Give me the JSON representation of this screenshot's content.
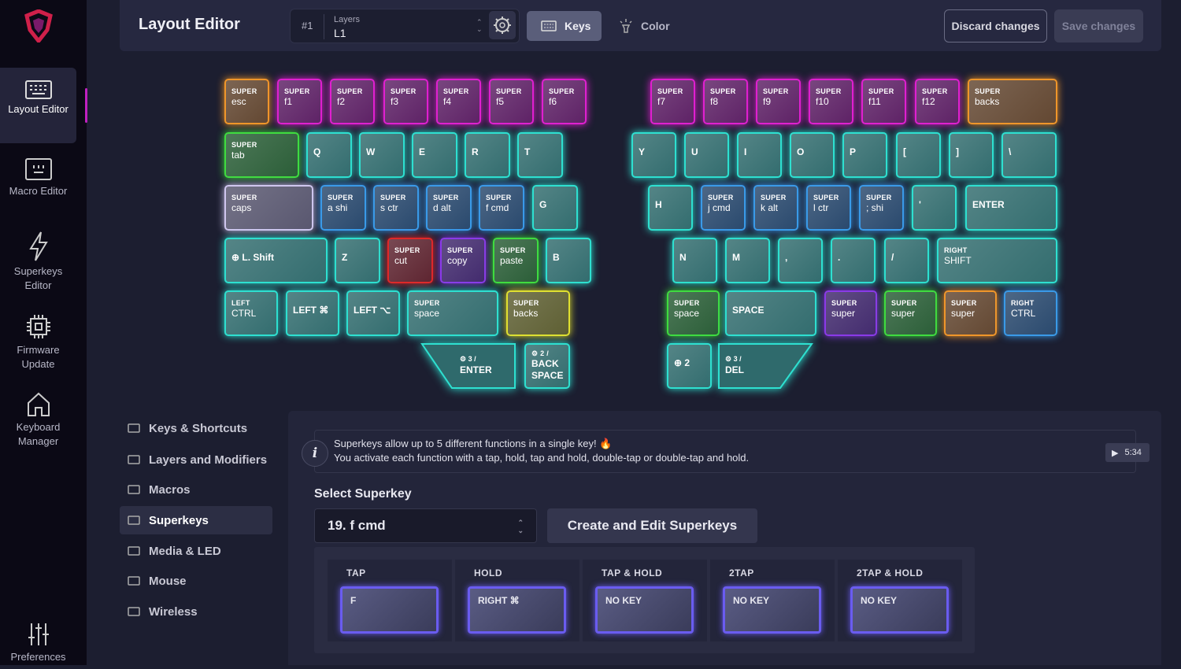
{
  "sidebar": {
    "items": [
      {
        "label": "Layout Editor",
        "icon": "keyboard-icon",
        "active": true
      },
      {
        "label": "Macro Editor",
        "icon": "macro-icon"
      },
      {
        "label": "Superkeys Editor",
        "icon": "lightning-icon"
      },
      {
        "label": "Firmware Update",
        "icon": "chip-icon"
      },
      {
        "label": "Keyboard Manager",
        "icon": "home-icon"
      },
      {
        "label": "Preferences",
        "icon": "sliders-icon"
      }
    ]
  },
  "header": {
    "title": "Layout Editor",
    "layer_number": "#1",
    "layer_label": "Layers",
    "layer_value": "L1",
    "keys_tab": "Keys",
    "color_tab": "Color",
    "discard": "Discard changes",
    "save": "Save changes"
  },
  "colors": {
    "orange": "#f0962a",
    "magenta": "#e020d0",
    "green": "#3fdc3f",
    "teal": "#2ee0d0",
    "lavender": "#cfc6ee",
    "blue": "#3a9ae8",
    "red": "#e02828",
    "purple": "#8a3ae8",
    "yellow": "#e0e030"
  },
  "keyboard": {
    "keys": [
      {
        "top": "SUPER",
        "main": "esc",
        "color": "orange"
      },
      {
        "top": "SUPER",
        "main": "f1",
        "color": "magenta"
      },
      {
        "top": "SUPER",
        "main": "f2",
        "color": "magenta"
      },
      {
        "top": "SUPER",
        "main": "f3",
        "color": "magenta"
      },
      {
        "top": "SUPER",
        "main": "f4",
        "color": "magenta"
      },
      {
        "top": "SUPER",
        "main": "f5",
        "color": "magenta"
      },
      {
        "top": "SUPER",
        "main": "f6",
        "color": "magenta"
      },
      {
        "top": "SUPER",
        "main": "tab",
        "color": "green"
      },
      {
        "main": "Q",
        "color": "teal"
      },
      {
        "main": "W",
        "color": "teal"
      },
      {
        "main": "E",
        "color": "teal"
      },
      {
        "main": "R",
        "color": "teal"
      },
      {
        "main": "T",
        "color": "teal"
      },
      {
        "top": "SUPER",
        "main": "caps",
        "color": "lavender"
      },
      {
        "top": "SUPER",
        "main": "a shi",
        "color": "blue"
      },
      {
        "top": "SUPER",
        "main": "s ctr",
        "color": "blue"
      },
      {
        "top": "SUPER",
        "main": "d alt",
        "color": "blue"
      },
      {
        "top": "SUPER",
        "main": "f cmd",
        "color": "blue"
      },
      {
        "main": "G",
        "color": "teal"
      },
      {
        "main": "⊕ L. Shift",
        "color": "teal"
      },
      {
        "main": "Z",
        "color": "teal"
      },
      {
        "top": "SUPER",
        "main": "cut",
        "color": "red"
      },
      {
        "top": "SUPER",
        "main": "copy",
        "color": "purple"
      },
      {
        "top": "SUPER",
        "main": "paste",
        "color": "green"
      },
      {
        "main": "B",
        "color": "teal"
      },
      {
        "top": "LEFT",
        "main": "CTRL",
        "color": "teal"
      },
      {
        "main": "LEFT ⌘",
        "color": "teal"
      },
      {
        "main": "LEFT ⌥",
        "color": "teal"
      },
      {
        "top": "SUPER",
        "main": "space",
        "color": "teal"
      },
      {
        "top": "SUPER",
        "main": "backs",
        "color": "yellow"
      },
      {
        "top": "SUPER",
        "main": "f7",
        "color": "magenta"
      },
      {
        "top": "SUPER",
        "main": "f8",
        "color": "magenta"
      },
      {
        "top": "SUPER",
        "main": "f9",
        "color": "magenta"
      },
      {
        "top": "SUPER",
        "main": "f10",
        "color": "magenta"
      },
      {
        "top": "SUPER",
        "main": "f11",
        "color": "magenta"
      },
      {
        "top": "SUPER",
        "main": "f12",
        "color": "magenta"
      },
      {
        "top": "SUPER",
        "main": "backs",
        "color": "orange"
      },
      {
        "main": "Y",
        "color": "teal"
      },
      {
        "main": "U",
        "color": "teal"
      },
      {
        "main": "I",
        "color": "teal"
      },
      {
        "main": "O",
        "color": "teal"
      },
      {
        "main": "P",
        "color": "teal"
      },
      {
        "main": "[",
        "color": "teal"
      },
      {
        "main": "]",
        "color": "teal"
      },
      {
        "main": "\\",
        "color": "teal"
      },
      {
        "main": "H",
        "color": "teal"
      },
      {
        "top": "SUPER",
        "main": "j cmd",
        "color": "blue"
      },
      {
        "top": "SUPER",
        "main": "k alt",
        "color": "blue"
      },
      {
        "top": "SUPER",
        "main": "l ctr",
        "color": "blue"
      },
      {
        "top": "SUPER",
        "main": "; shi",
        "color": "blue"
      },
      {
        "main": "'",
        "color": "teal"
      },
      {
        "main": "ENTER",
        "color": "teal"
      },
      {
        "main": "N",
        "color": "teal"
      },
      {
        "main": "M",
        "color": "teal"
      },
      {
        "main": ",",
        "color": "teal"
      },
      {
        "main": ".",
        "color": "teal"
      },
      {
        "main": "/",
        "color": "teal"
      },
      {
        "top": "RIGHT",
        "main": "SHIFT",
        "color": "teal"
      },
      {
        "top": "SUPER",
        "main": "space",
        "color": "green"
      },
      {
        "main": "SPACE",
        "color": "teal"
      },
      {
        "top": "SUPER",
        "main": "super",
        "color": "purple"
      },
      {
        "top": "SUPER",
        "main": "super",
        "color": "green"
      },
      {
        "top": "SUPER",
        "main": "super",
        "color": "orange"
      },
      {
        "top": "RIGHT",
        "main": "CTRL",
        "color": "blue"
      },
      {
        "main": "⊕ 2",
        "color": "teal"
      }
    ],
    "thumb_keys": [
      {
        "top": "⚙ 3 /",
        "main": "ENTER"
      },
      {
        "top": "⚙ 2 /",
        "main": "BACK SPACE"
      },
      {
        "top": "⚙ 3 /",
        "main": "DEL"
      }
    ]
  },
  "nav": {
    "items": [
      {
        "label": "Keys & Shortcuts",
        "icon": "keyboard-icon"
      },
      {
        "label": "Layers and Modifiers",
        "icon": "layers-icon"
      },
      {
        "label": "Macros",
        "icon": "macro-icon"
      },
      {
        "label": "Superkeys",
        "icon": "lightning-icon",
        "selected": true
      },
      {
        "label": "Media & LED",
        "icon": "media-icon"
      },
      {
        "label": "Mouse",
        "icon": "mouse-icon"
      },
      {
        "label": "Wireless",
        "icon": "wifi-icon"
      }
    ]
  },
  "panel": {
    "info_line1": "Superkeys allow up to 5 different functions in a single key! 🔥",
    "info_line2": "You activate each function with a tap, hold, tap and hold, double-tap or double-tap and hold.",
    "video_time": "5:34",
    "select_label": "Select Superkey",
    "select_value": "19. f cmd",
    "create_button": "Create and Edit Superkeys",
    "actions": [
      {
        "label": "TAP",
        "key": "F"
      },
      {
        "label": "HOLD",
        "key": "RIGHT ⌘"
      },
      {
        "label": "TAP & HOLD",
        "key": "NO KEY"
      },
      {
        "label": "2TAP",
        "key": "NO KEY"
      },
      {
        "label": "2TAP & HOLD",
        "key": "NO KEY"
      }
    ]
  }
}
